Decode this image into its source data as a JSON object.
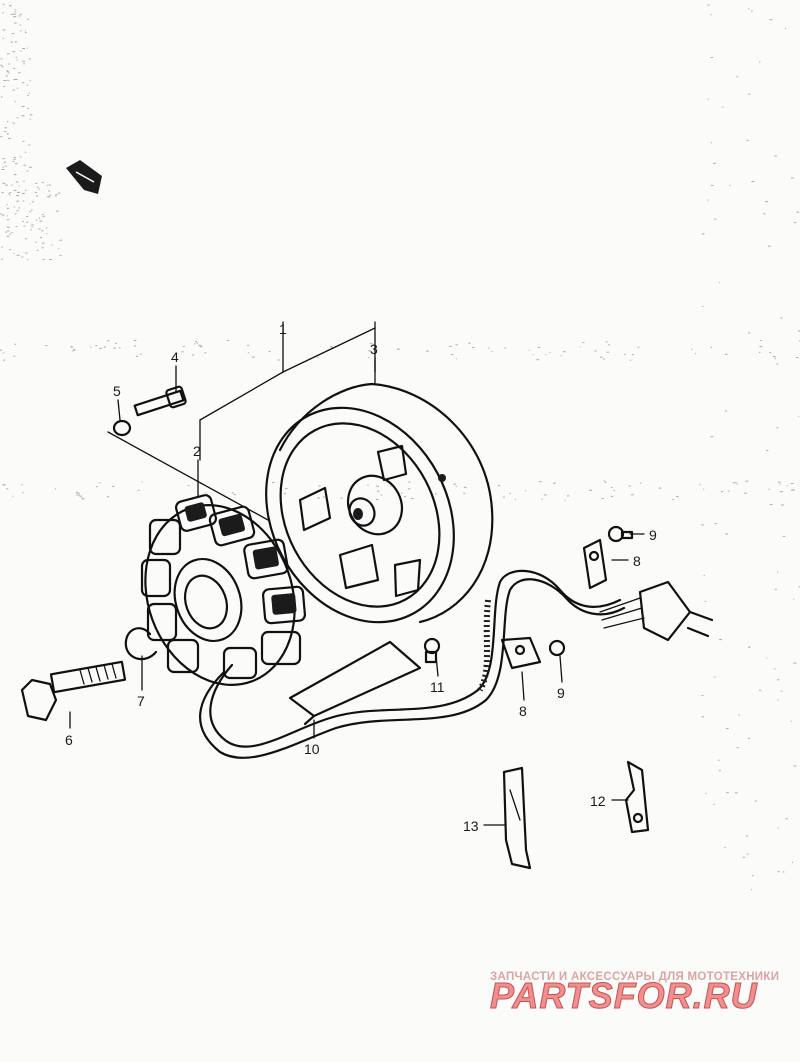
{
  "diagram": {
    "callouts": [
      {
        "id": "1",
        "label": "1"
      },
      {
        "id": "2",
        "label": "2"
      },
      {
        "id": "3",
        "label": "3"
      },
      {
        "id": "4",
        "label": "4"
      },
      {
        "id": "5",
        "label": "5"
      },
      {
        "id": "6",
        "label": "6"
      },
      {
        "id": "7",
        "label": "7"
      },
      {
        "id": "8a",
        "label": "8"
      },
      {
        "id": "8b",
        "label": "8"
      },
      {
        "id": "9a",
        "label": "9"
      },
      {
        "id": "9b",
        "label": "9"
      },
      {
        "id": "10",
        "label": "10"
      },
      {
        "id": "11",
        "label": "11"
      },
      {
        "id": "12",
        "label": "12"
      },
      {
        "id": "13",
        "label": "13"
      }
    ],
    "colors": {
      "ink": "#111111",
      "paper": "#fbfbf9",
      "watermark": "#ef8f8f"
    }
  },
  "watermark": {
    "subtitle": "ЗАПЧАСТИ И АКСЕССУАРЫ ДЛЯ МОТОТЕХНИКИ",
    "logo": "PARTSFOR.RU"
  }
}
